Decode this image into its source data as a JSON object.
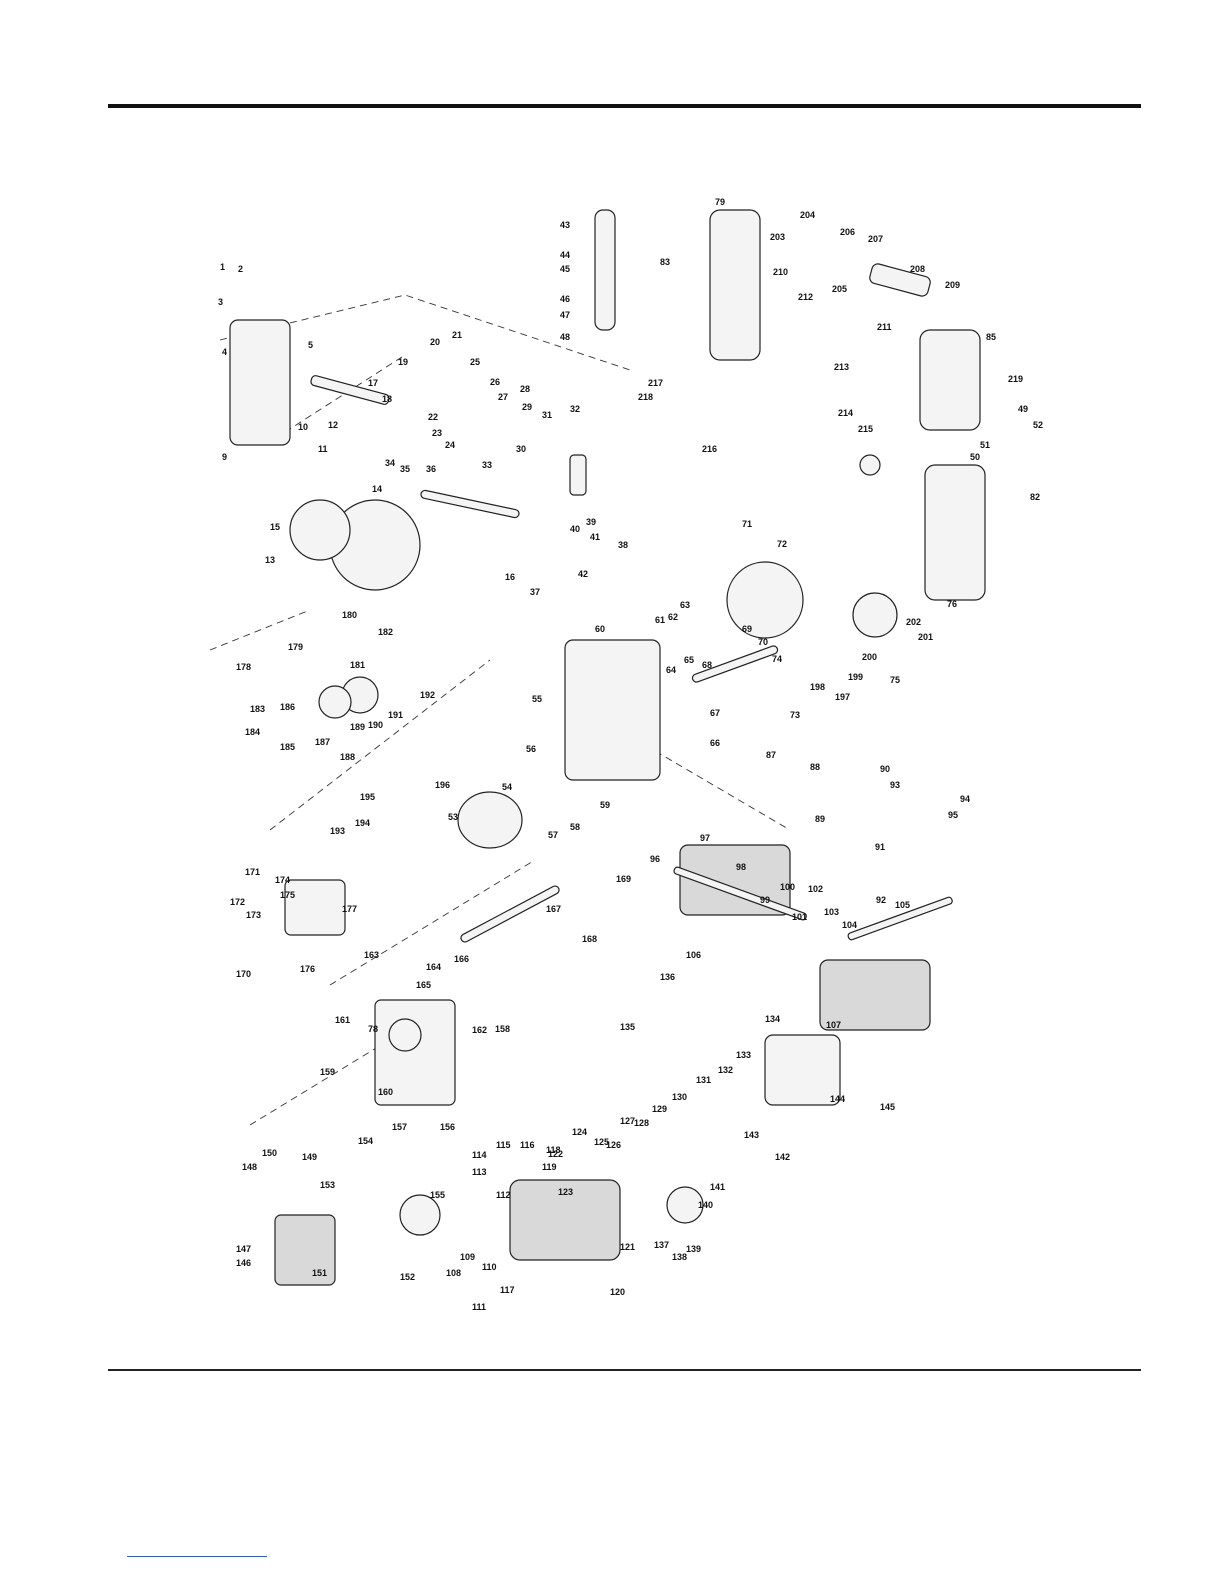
{
  "figure": {
    "type": "exploded parts diagram",
    "callouts": [
      {
        "id": "c1",
        "label": "1"
      },
      {
        "id": "c2",
        "label": "2"
      },
      {
        "id": "c3",
        "label": "3"
      },
      {
        "id": "c4",
        "label": "4"
      },
      {
        "id": "c5",
        "label": "5"
      },
      {
        "id": "c9",
        "label": "9"
      },
      {
        "id": "c10",
        "label": "10"
      },
      {
        "id": "c11",
        "label": "11"
      },
      {
        "id": "c12",
        "label": "12"
      },
      {
        "id": "c13",
        "label": "13"
      },
      {
        "id": "c14",
        "label": "14"
      },
      {
        "id": "c15",
        "label": "15"
      },
      {
        "id": "c16",
        "label": "16"
      },
      {
        "id": "c17",
        "label": "17"
      },
      {
        "id": "c18",
        "label": "18"
      },
      {
        "id": "c19",
        "label": "19"
      },
      {
        "id": "c20",
        "label": "20"
      },
      {
        "id": "c21",
        "label": "21"
      },
      {
        "id": "c22",
        "label": "22"
      },
      {
        "id": "c23",
        "label": "23"
      },
      {
        "id": "c24",
        "label": "24"
      },
      {
        "id": "c25",
        "label": "25"
      },
      {
        "id": "c26",
        "label": "26"
      },
      {
        "id": "c27",
        "label": "27"
      },
      {
        "id": "c28",
        "label": "28"
      },
      {
        "id": "c29",
        "label": "29"
      },
      {
        "id": "c30",
        "label": "30"
      },
      {
        "id": "c31",
        "label": "31"
      },
      {
        "id": "c32",
        "label": "32"
      },
      {
        "id": "c33",
        "label": "33"
      },
      {
        "id": "c34",
        "label": "34"
      },
      {
        "id": "c35",
        "label": "35"
      },
      {
        "id": "c36",
        "label": "36"
      },
      {
        "id": "c37",
        "label": "37"
      },
      {
        "id": "c38",
        "label": "38"
      },
      {
        "id": "c39",
        "label": "39"
      },
      {
        "id": "c40",
        "label": "40"
      },
      {
        "id": "c41",
        "label": "41"
      },
      {
        "id": "c42",
        "label": "42"
      },
      {
        "id": "c43",
        "label": "43"
      },
      {
        "id": "c44",
        "label": "44"
      },
      {
        "id": "c45",
        "label": "45"
      },
      {
        "id": "c46",
        "label": "46"
      },
      {
        "id": "c47",
        "label": "47"
      },
      {
        "id": "c48",
        "label": "48"
      },
      {
        "id": "c49",
        "label": "49"
      },
      {
        "id": "c50",
        "label": "50"
      },
      {
        "id": "c51",
        "label": "51"
      },
      {
        "id": "c52",
        "label": "52"
      },
      {
        "id": "c53",
        "label": "53"
      },
      {
        "id": "c54",
        "label": "54"
      },
      {
        "id": "c55",
        "label": "55"
      },
      {
        "id": "c56",
        "label": "56"
      },
      {
        "id": "c57",
        "label": "57"
      },
      {
        "id": "c58",
        "label": "58"
      },
      {
        "id": "c59",
        "label": "59"
      },
      {
        "id": "c60",
        "label": "60"
      },
      {
        "id": "c61",
        "label": "61"
      },
      {
        "id": "c62",
        "label": "62"
      },
      {
        "id": "c63",
        "label": "63"
      },
      {
        "id": "c64",
        "label": "64"
      },
      {
        "id": "c65",
        "label": "65"
      },
      {
        "id": "c66",
        "label": "66"
      },
      {
        "id": "c67",
        "label": "67"
      },
      {
        "id": "c68",
        "label": "68"
      },
      {
        "id": "c69",
        "label": "69"
      },
      {
        "id": "c70",
        "label": "70"
      },
      {
        "id": "c71",
        "label": "71"
      },
      {
        "id": "c72",
        "label": "72"
      },
      {
        "id": "c73",
        "label": "73"
      },
      {
        "id": "c74",
        "label": "74"
      },
      {
        "id": "c75",
        "label": "75"
      },
      {
        "id": "c76",
        "label": "76"
      },
      {
        "id": "c78",
        "label": "78"
      },
      {
        "id": "c79",
        "label": "79"
      },
      {
        "id": "c82",
        "label": "82"
      },
      {
        "id": "c83",
        "label": "83"
      },
      {
        "id": "c85",
        "label": "85"
      },
      {
        "id": "c87",
        "label": "87"
      },
      {
        "id": "c88",
        "label": "88"
      },
      {
        "id": "c89",
        "label": "89"
      },
      {
        "id": "c90",
        "label": "90"
      },
      {
        "id": "c91",
        "label": "91"
      },
      {
        "id": "c92",
        "label": "92"
      },
      {
        "id": "c93",
        "label": "93"
      },
      {
        "id": "c94",
        "label": "94"
      },
      {
        "id": "c95",
        "label": "95"
      },
      {
        "id": "c96",
        "label": "96"
      },
      {
        "id": "c97",
        "label": "97"
      },
      {
        "id": "c98",
        "label": "98"
      },
      {
        "id": "c99",
        "label": "99"
      },
      {
        "id": "c100",
        "label": "100"
      },
      {
        "id": "c101",
        "label": "101"
      },
      {
        "id": "c102",
        "label": "102"
      },
      {
        "id": "c103",
        "label": "103"
      },
      {
        "id": "c104",
        "label": "104"
      },
      {
        "id": "c105",
        "label": "105"
      },
      {
        "id": "c106",
        "label": "106"
      },
      {
        "id": "c107",
        "label": "107"
      },
      {
        "id": "c108",
        "label": "108"
      },
      {
        "id": "c109",
        "label": "109"
      },
      {
        "id": "c110",
        "label": "110"
      },
      {
        "id": "c111",
        "label": "111"
      },
      {
        "id": "c112",
        "label": "112"
      },
      {
        "id": "c113",
        "label": "113"
      },
      {
        "id": "c114",
        "label": "114"
      },
      {
        "id": "c115",
        "label": "115"
      },
      {
        "id": "c116",
        "label": "116"
      },
      {
        "id": "c117",
        "label": "117"
      },
      {
        "id": "c118",
        "label": "118"
      },
      {
        "id": "c119",
        "label": "119"
      },
      {
        "id": "c120",
        "label": "120"
      },
      {
        "id": "c121",
        "label": "121"
      },
      {
        "id": "c122",
        "label": "122"
      },
      {
        "id": "c123",
        "label": "123"
      },
      {
        "id": "c124",
        "label": "124"
      },
      {
        "id": "c125",
        "label": "125"
      },
      {
        "id": "c126",
        "label": "126"
      },
      {
        "id": "c127",
        "label": "127"
      },
      {
        "id": "c128",
        "label": "128"
      },
      {
        "id": "c129",
        "label": "129"
      },
      {
        "id": "c130",
        "label": "130"
      },
      {
        "id": "c131",
        "label": "131"
      },
      {
        "id": "c132",
        "label": "132"
      },
      {
        "id": "c133",
        "label": "133"
      },
      {
        "id": "c134",
        "label": "134"
      },
      {
        "id": "c135",
        "label": "135"
      },
      {
        "id": "c136",
        "label": "136"
      },
      {
        "id": "c137",
        "label": "137"
      },
      {
        "id": "c138",
        "label": "138"
      },
      {
        "id": "c139",
        "label": "139"
      },
      {
        "id": "c140",
        "label": "140"
      },
      {
        "id": "c141",
        "label": "141"
      },
      {
        "id": "c142",
        "label": "142"
      },
      {
        "id": "c143",
        "label": "143"
      },
      {
        "id": "c144",
        "label": "144"
      },
      {
        "id": "c145",
        "label": "145"
      },
      {
        "id": "c146",
        "label": "146"
      },
      {
        "id": "c147",
        "label": "147"
      },
      {
        "id": "c148",
        "label": "148"
      },
      {
        "id": "c149",
        "label": "149"
      },
      {
        "id": "c150",
        "label": "150"
      },
      {
        "id": "c151",
        "label": "151"
      },
      {
        "id": "c152",
        "label": "152"
      },
      {
        "id": "c153",
        "label": "153"
      },
      {
        "id": "c154",
        "label": "154"
      },
      {
        "id": "c155",
        "label": "155"
      },
      {
        "id": "c156",
        "label": "156"
      },
      {
        "id": "c157",
        "label": "157"
      },
      {
        "id": "c158",
        "label": "158"
      },
      {
        "id": "c159",
        "label": "159"
      },
      {
        "id": "c160",
        "label": "160"
      },
      {
        "id": "c161",
        "label": "161"
      },
      {
        "id": "c162",
        "label": "162"
      },
      {
        "id": "c163",
        "label": "163"
      },
      {
        "id": "c164",
        "label": "164"
      },
      {
        "id": "c165",
        "label": "165"
      },
      {
        "id": "c166",
        "label": "166"
      },
      {
        "id": "c167",
        "label": "167"
      },
      {
        "id": "c168",
        "label": "168"
      },
      {
        "id": "c169",
        "label": "169"
      },
      {
        "id": "c170",
        "label": "170"
      },
      {
        "id": "c171",
        "label": "171"
      },
      {
        "id": "c172",
        "label": "172"
      },
      {
        "id": "c173",
        "label": "173"
      },
      {
        "id": "c174",
        "label": "174"
      },
      {
        "id": "c175",
        "label": "175"
      },
      {
        "id": "c176",
        "label": "176"
      },
      {
        "id": "c177",
        "label": "177"
      },
      {
        "id": "c178",
        "label": "178"
      },
      {
        "id": "c179",
        "label": "179"
      },
      {
        "id": "c180",
        "label": "180"
      },
      {
        "id": "c181",
        "label": "181"
      },
      {
        "id": "c182",
        "label": "182"
      },
      {
        "id": "c183",
        "label": "183"
      },
      {
        "id": "c184",
        "label": "184"
      },
      {
        "id": "c185",
        "label": "185"
      },
      {
        "id": "c186",
        "label": "186"
      },
      {
        "id": "c187",
        "label": "187"
      },
      {
        "id": "c188",
        "label": "188"
      },
      {
        "id": "c189",
        "label": "189"
      },
      {
        "id": "c190",
        "label": "190"
      },
      {
        "id": "c191",
        "label": "191"
      },
      {
        "id": "c192",
        "label": "192"
      },
      {
        "id": "c193",
        "label": "193"
      },
      {
        "id": "c194",
        "label": "194"
      },
      {
        "id": "c195",
        "label": "195"
      },
      {
        "id": "c196",
        "label": "196"
      },
      {
        "id": "c197",
        "label": "197"
      },
      {
        "id": "c198",
        "label": "198"
      },
      {
        "id": "c199",
        "label": "199"
      },
      {
        "id": "c200",
        "label": "200"
      },
      {
        "id": "c201",
        "label": "201"
      },
      {
        "id": "c202",
        "label": "202"
      },
      {
        "id": "c203",
        "label": "203"
      },
      {
        "id": "c204",
        "label": "204"
      },
      {
        "id": "c205",
        "label": "205"
      },
      {
        "id": "c206",
        "label": "206"
      },
      {
        "id": "c207",
        "label": "207"
      },
      {
        "id": "c208",
        "label": "208"
      },
      {
        "id": "c209",
        "label": "209"
      },
      {
        "id": "c210",
        "label": "210"
      },
      {
        "id": "c211",
        "label": "211"
      },
      {
        "id": "c212",
        "label": "212"
      },
      {
        "id": "c213",
        "label": "213"
      },
      {
        "id": "c214",
        "label": "214"
      },
      {
        "id": "c215",
        "label": "215"
      },
      {
        "id": "c216",
        "label": "216"
      },
      {
        "id": "c217",
        "label": "217"
      },
      {
        "id": "c218",
        "label": "218"
      },
      {
        "id": "c219",
        "label": "219"
      }
    ]
  }
}
